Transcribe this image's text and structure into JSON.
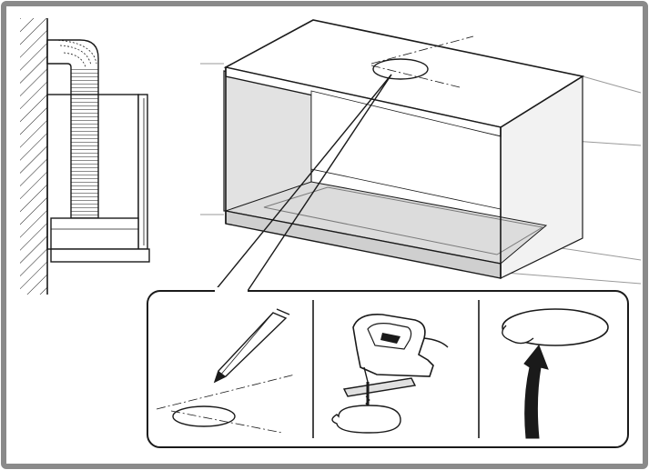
{
  "figure": {
    "frame_color": "#8a8a8a",
    "ink_color": "#1a1a1a",
    "panel_fill": "#e8e8e8",
    "shade_fill": "#d7d7d7",
    "icons": [
      "wall-hatching-icon",
      "flexible-duct-icon",
      "cooker-hood-side-icon",
      "wall-cabinet-icon",
      "cutout-circle-icon",
      "pencil-icon",
      "jigsaw-icon",
      "lift-arrow-icon"
    ],
    "steps": [
      {
        "name": "mark",
        "icon": "pencil-icon"
      },
      {
        "name": "cut",
        "icon": "jigsaw-icon"
      },
      {
        "name": "remove",
        "icon": "lift-arrow-icon"
      }
    ]
  }
}
